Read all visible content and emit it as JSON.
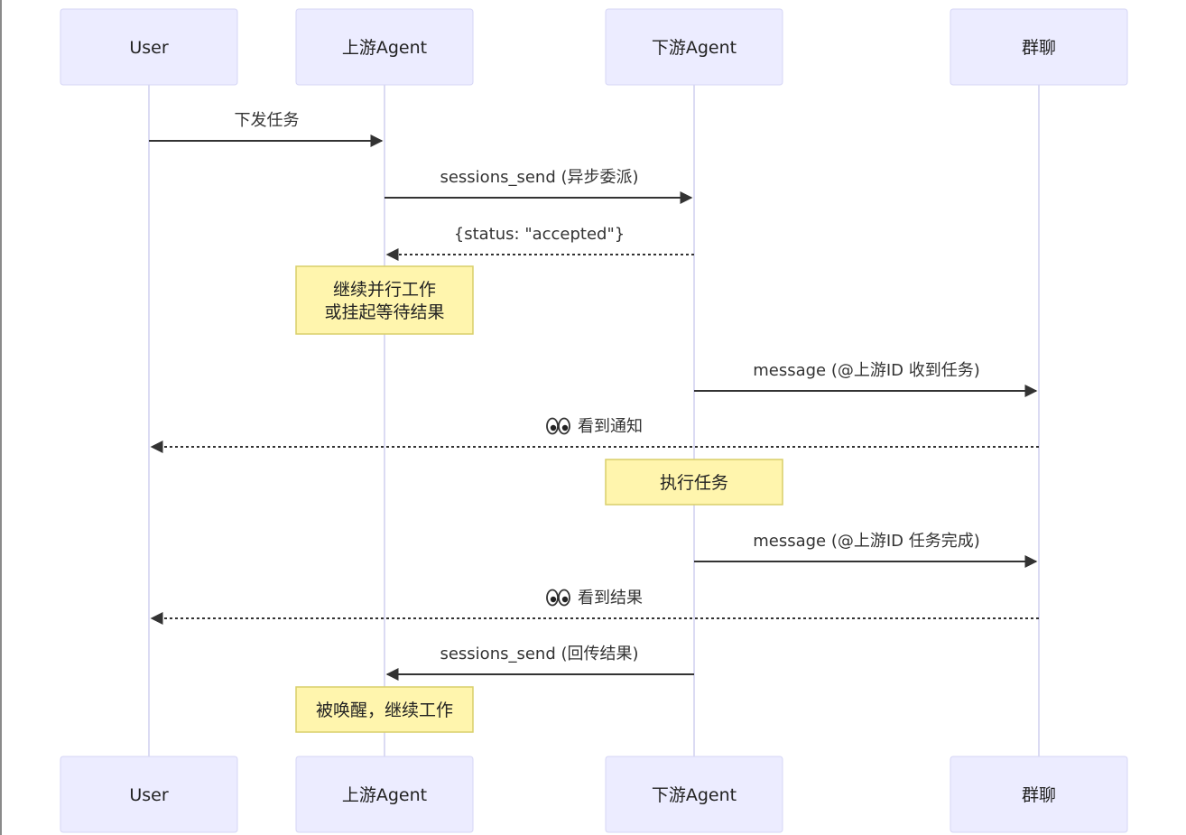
{
  "actors": [
    {
      "id": "user",
      "label": "User"
    },
    {
      "id": "upstream",
      "label": "上游Agent"
    },
    {
      "id": "downstream",
      "label": "下游Agent"
    },
    {
      "id": "group",
      "label": "群聊"
    }
  ],
  "messages": [
    {
      "from": 0,
      "to": 1,
      "label": "下发任务",
      "style": "solid"
    },
    {
      "from": 1,
      "to": 2,
      "label": "sessions_send (异步委派)",
      "style": "solid"
    },
    {
      "from": 2,
      "to": 1,
      "label": "{status: \"accepted\"}",
      "style": "dashed"
    },
    {
      "from": 2,
      "to": 3,
      "label": "message (@上游ID 收到任务)",
      "style": "solid"
    },
    {
      "from": 3,
      "to": 0,
      "label": "看到通知",
      "style": "dashed",
      "icon": "eyes-icon"
    },
    {
      "from": 2,
      "to": 3,
      "label": "message (@上游ID 任务完成)",
      "style": "solid"
    },
    {
      "from": 3,
      "to": 0,
      "label": "看到结果",
      "style": "dashed",
      "icon": "eyes-icon"
    },
    {
      "from": 2,
      "to": 1,
      "label": "sessions_send (回传结果)",
      "style": "solid"
    }
  ],
  "notes": [
    {
      "over": 1,
      "lines": [
        "继续并行工作",
        "或挂起等待结果"
      ]
    },
    {
      "over": 2,
      "lines": [
        "执行任务"
      ]
    },
    {
      "over": 1,
      "lines": [
        "被唤醒，继续工作"
      ]
    }
  ],
  "colors": {
    "actor_fill": "#ECECFF",
    "note_fill": "#FFF5AD",
    "line": "#333333",
    "lifeline": "#cfcfef"
  }
}
